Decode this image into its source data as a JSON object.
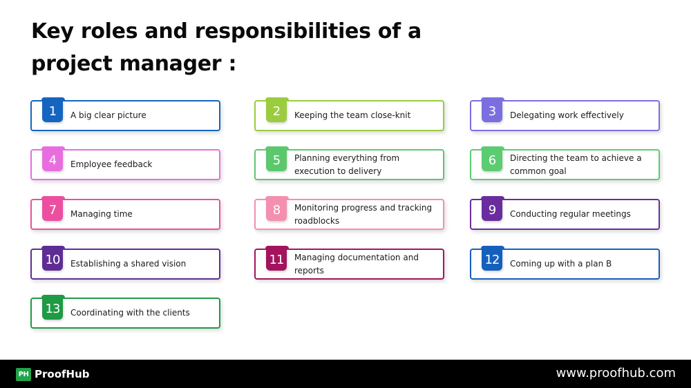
{
  "title": "Key roles and responsibilities of a project manager :",
  "items": [
    {
      "number": "1",
      "text": "A big clear picture",
      "color": "#1565c0",
      "col": 0,
      "row": 0
    },
    {
      "number": "2",
      "text": "Keeping the team close-knit",
      "color": "#9bcc3f",
      "col": 1,
      "row": 0
    },
    {
      "number": "3",
      "text": "Delegating work effectively",
      "color": "#7b6fe0",
      "col": 2,
      "row": 0
    },
    {
      "number": "4",
      "text": "Employee feedback",
      "color": "#e86ee0",
      "col": 0,
      "row": 1
    },
    {
      "number": "5",
      "text": "Planning everything from execution to delivery",
      "color": "#5cc86e",
      "col": 1,
      "row": 1
    },
    {
      "number": "6",
      "text": "Directing the team to achieve a common goal",
      "color": "#5ccc72",
      "col": 2,
      "row": 1
    },
    {
      "number": "7",
      "text": "Managing time",
      "color": "#ec4fa0",
      "col": 0,
      "row": 2
    },
    {
      "number": "8",
      "text": "Monitoring progress and tracking roadblocks",
      "color": "#f58fb0",
      "col": 1,
      "row": 2
    },
    {
      "number": "9",
      "text": "Conducting regular meetings",
      "color": "#6a2d9e",
      "col": 2,
      "row": 2
    },
    {
      "number": "10",
      "text": "Establishing a shared vision",
      "color": "#5e2d94",
      "col": 0,
      "row": 3
    },
    {
      "number": "11",
      "text": "Managing documentation and reports",
      "color": "#a3145e",
      "col": 1,
      "row": 3
    },
    {
      "number": "12",
      "text": "Coming up with a plan B",
      "color": "#1560bd",
      "col": 2,
      "row": 3
    },
    {
      "number": "13",
      "text": "Coordinating with the clients",
      "color": "#1f9a45",
      "col": 0,
      "row": 4
    }
  ],
  "footer": {
    "logo_text": "PH",
    "brand": "ProofHub",
    "url": "www.proofhub.com",
    "logo_color": "#22a34a"
  }
}
